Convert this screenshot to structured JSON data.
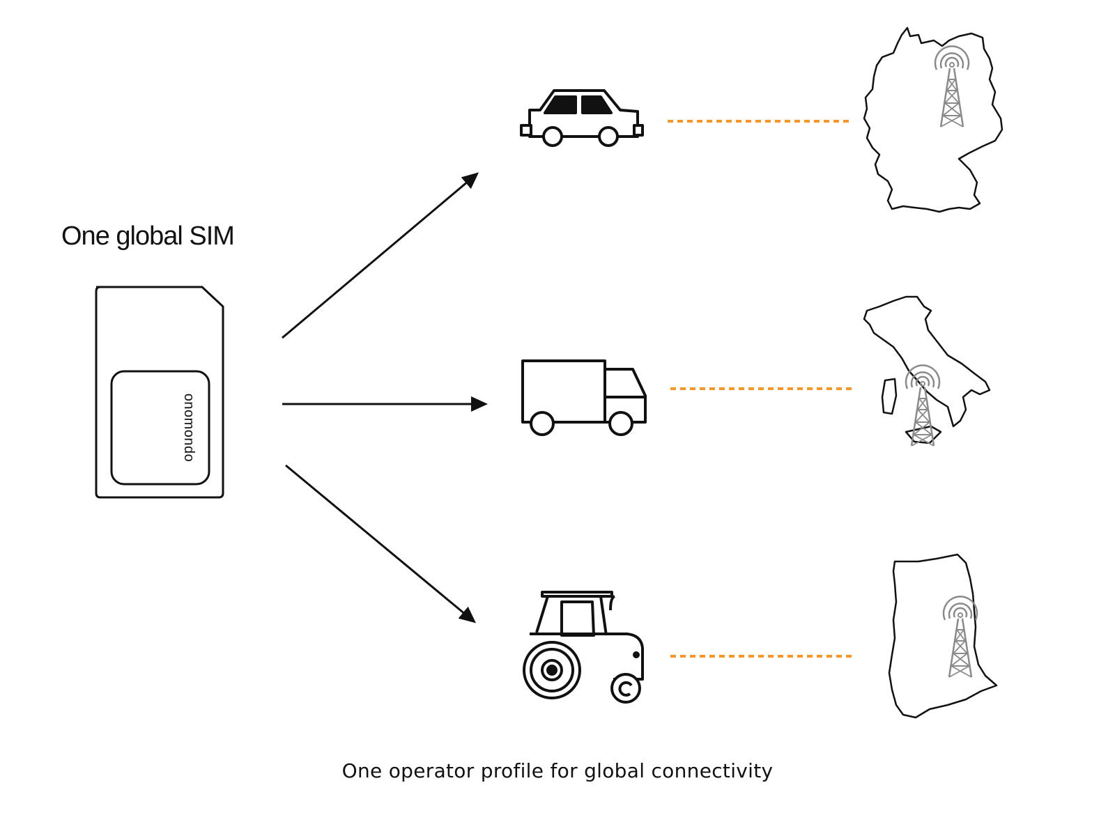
{
  "diagram": {
    "sim_title": "One global SIM",
    "sim_brand": "onomondo",
    "caption": "One operator profile for global connectivity",
    "vehicles": [
      {
        "icon": "car-icon"
      },
      {
        "icon": "truck-icon"
      },
      {
        "icon": "tractor-icon"
      }
    ],
    "countries": [
      {
        "icon": "germany-map-icon"
      },
      {
        "icon": "italy-map-icon"
      },
      {
        "icon": "ghana-map-icon"
      }
    ],
    "colors": {
      "link": "#f5962a",
      "stroke": "#111111",
      "tower": "#8a8a8a"
    }
  }
}
